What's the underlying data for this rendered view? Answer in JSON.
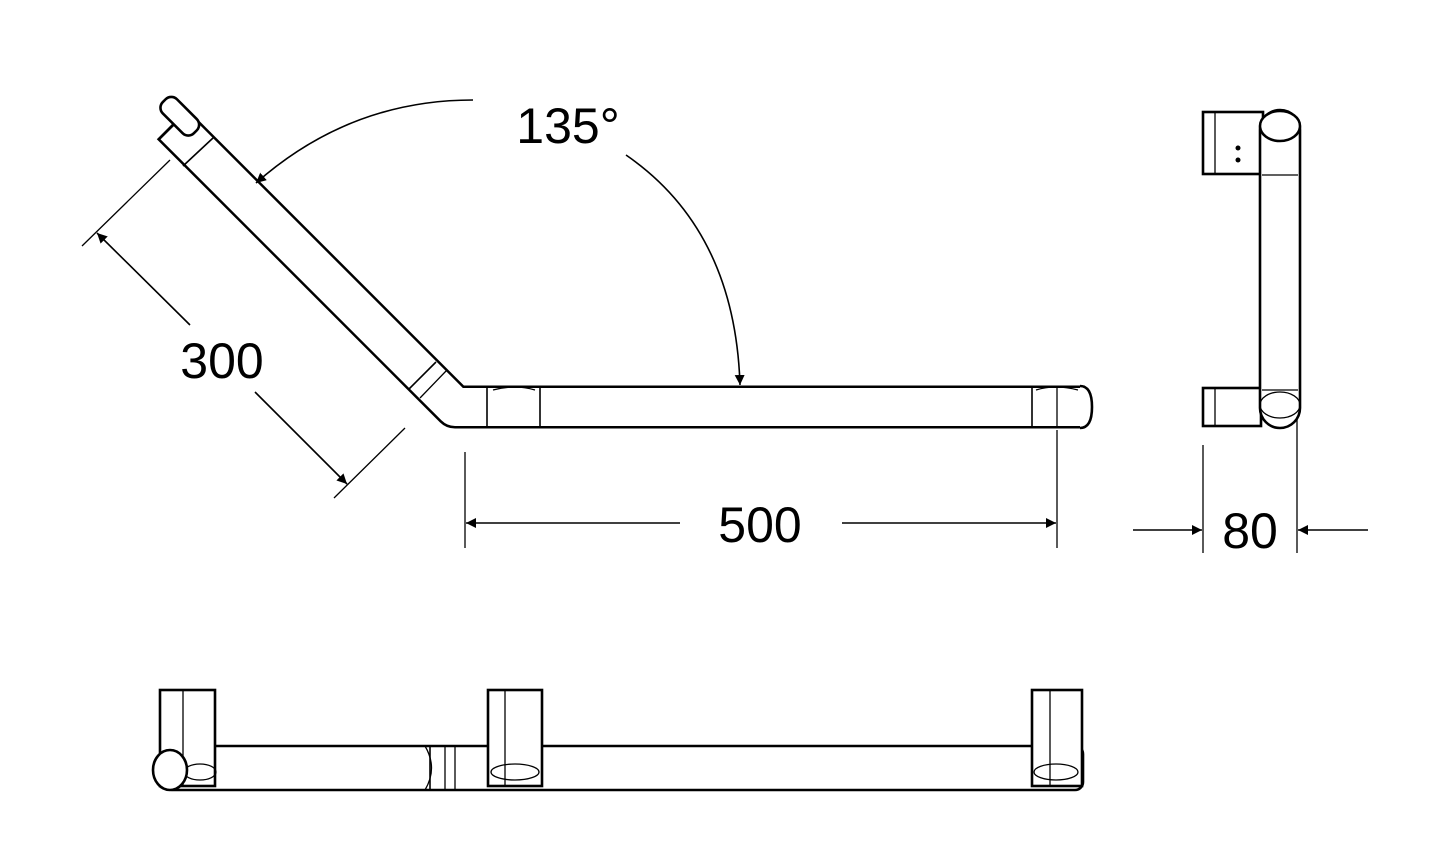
{
  "drawing": {
    "angle_label": "135°",
    "length_angled_label": "300",
    "length_straight_label": "500",
    "depth_label": "80"
  },
  "colors": {
    "line": "#000000",
    "background": "#ffffff"
  }
}
